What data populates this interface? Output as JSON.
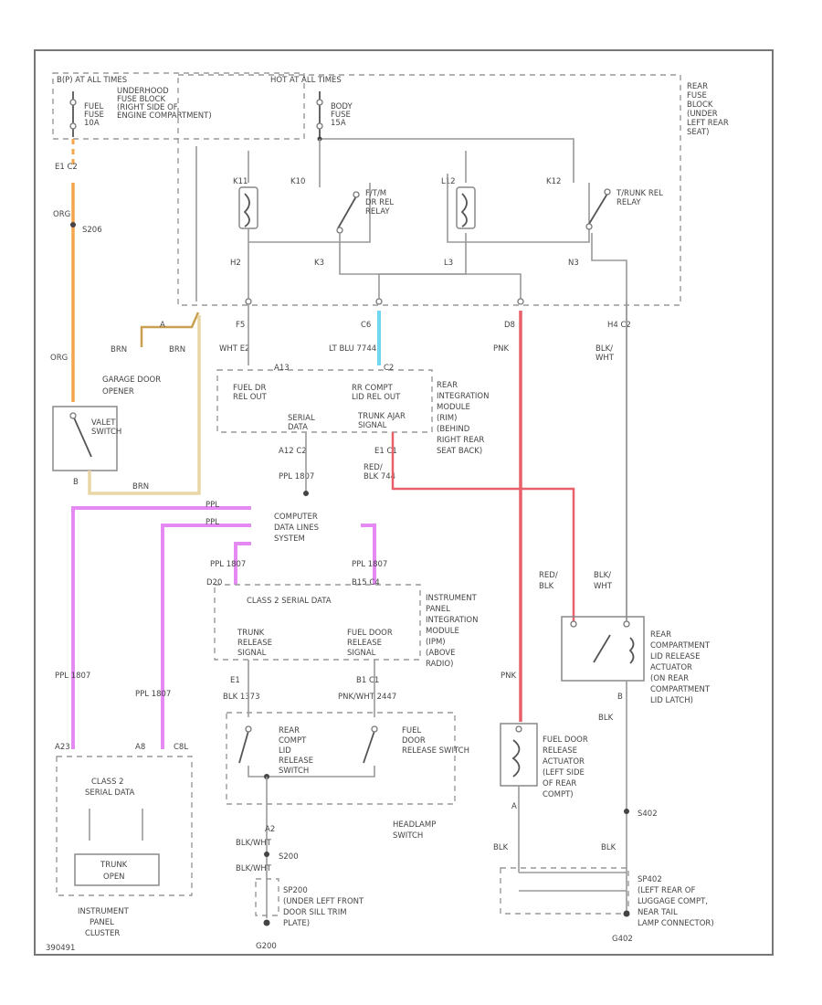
{
  "colors": {
    "background": "#ffffff",
    "wire_gray": "#999999",
    "wire_orange": "#f4a64c",
    "wire_brown": "#c8a050",
    "wire_light_blue": "#6fd8f0",
    "wire_purple": "#e48af2",
    "wire_red": "#e8606a"
  },
  "labels": {
    "fuse_left_header": "B(P) AT ALL TIMES",
    "fuse_left_name": "FUEL",
    "fuse_left_name2": "FUSE",
    "fuse_left_amp": "10A",
    "underhood": "UNDERHOOD",
    "underhood2": "FUSE BLOCK",
    "underhood3": "(RIGHT SIDE OF",
    "underhood4": "ENGINE COMPARTMENT)",
    "fuse_mid_header": "HOT AT ALL TIMES",
    "fuse_mid_name": "BODY",
    "fuse_mid_name2": "FUSE",
    "fuse_mid_amp": "15A",
    "rear_fuse_block": "REAR",
    "rear_fuse_block2": "FUSE",
    "rear_fuse_block3": "BLOCK",
    "rear_fuse_block4": "(UNDER",
    "rear_fuse_block5": "LEFT REAR",
    "rear_fuse_block6": "SEAT)",
    "e1_c2": "E1 C2",
    "org": "ORG",
    "s206": "S206",
    "org2": "ORG",
    "brn": "BRN",
    "brn2": "BRN",
    "a_mark": "A",
    "garage_door_opener": "GARAGE DOOR",
    "garage_door_opener2": "OPENER",
    "valet_switch": "VALET",
    "valet_switch2": "SWITCH",
    "b_mark": "B",
    "brn3": "BRN",
    "k11_c1": "K11",
    "k10": "K10",
    "fuel_dr_rel_relay": "F/T/M",
    "fuel_dr_rel_relay2": "DR REL",
    "fuel_dr_rel_relay3": "RELAY",
    "l12": "L12",
    "k12": "K12",
    "trunk_rel_relay": "T/RUNK REL",
    "trunk_rel_relay2": "RELAY",
    "h2": "H2",
    "k3": "K3",
    "l3": "L3",
    "n3": "N3",
    "f5": "F5",
    "c6": "C6",
    "d8": "D8",
    "h4_c2": "H4 C2",
    "wht_e2": "WHT E2",
    "lt_blu": "LT BLU 7744",
    "pnk": "PNK",
    "blk_wht": "BLK/",
    "blk_wht2": "WHT",
    "a13": "A13",
    "c2": "C2",
    "fuel_dr_rel_out": "FUEL DR",
    "fuel_dr_rel_out2": "REL OUT",
    "rr_compt_lid": "RR COMPT",
    "rr_compt_lid2": "LID REL OUT",
    "rim_module": "REAR",
    "rim_module2": "INTEGRATION",
    "rim_module3": "MODULE",
    "rim_module4": "(RIM)",
    "rim_module5": "(BEHIND",
    "rim_module6": "RIGHT REAR",
    "rim_module7": "SEAT BACK)",
    "serial_data": "SERIAL",
    "serial_data2": "DATA",
    "trunk_ajar": "TRUNK AJAR",
    "trunk_ajar2": "SIGNAL",
    "a12_c2": "A12 C2",
    "e1_c1": "E1 C1",
    "ppl_1807": "PPL 1807",
    "red_blk": "RED/",
    "red_blk2": "BLK 744",
    "ppl": "PPL",
    "ppl2": "PPL",
    "computer_data": "COMPUTER",
    "computer_data2": "DATA LINES",
    "computer_data3": "SYSTEM",
    "ppl_1807b": "PPL 1807",
    "ppl_1807c": "PPL 1807",
    "d20": "D20",
    "b15_c4": "B15 C4",
    "class2_serial": "CLASS 2 SERIAL DATA",
    "ipi_module": "INSTRUMENT",
    "ipi_module2": "PANEL",
    "ipi_module3": "INTEGRATION",
    "ipi_module4": "MODULE",
    "ipi_module5": "(IPM)",
    "ipi_module6": "(ABOVE",
    "ipi_module7": "RADIO)",
    "trunk_release": "TRUNK",
    "trunk_release2": "RELEASE",
    "trunk_release3": "SIGNAL",
    "fuel_door_release": "FUEL DOOR",
    "fuel_door_release2": "RELEASE",
    "fuel_door_release3": "SIGNAL",
    "red_blk3": "RED/",
    "red_blk4": "BLK",
    "blk_wht3": "BLK/",
    "blk_wht4": "WHT",
    "rear_compt_actuator": "REAR",
    "rear_compt_actuator2": "COMPARTMENT",
    "rear_compt_actuator3": "LID RELEASE",
    "rear_compt_actuator4": "ACTUATOR",
    "rear_compt_actuator5": "(ON REAR",
    "rear_compt_actuator6": "COMPARTMENT",
    "rear_compt_actuator7": "LID LATCH)",
    "ppl_1807d": "PPL 1807",
    "ppl_1807e": "PPL 1807",
    "e1": "E1",
    "c1": "C1",
    "pnk2": "PNK",
    "blk_1": "BLK 1373",
    "b1_c1": "B1 C1",
    "pnk_wht": "PNK/WHT 2447",
    "b_mark2": "B",
    "blk_mark": "BLK",
    "a23": "A23",
    "a8": "A8",
    "c8l": "C8L",
    "rear_compt_switch": "REAR",
    "rear_compt_switch2": "COMPT",
    "rear_compt_switch3": "LID",
    "rear_compt_switch4": "RELEASE",
    "rear_compt_switch5": "SWITCH",
    "fuel_door_switch": "FUEL",
    "fuel_door_switch2": "DOOR",
    "fuel_door_switch3": "RELEASE SWITCH",
    "fuel_door_actuator": "FUEL DOOR",
    "fuel_door_actuator2": "RELEASE",
    "fuel_door_actuator3": "ACTUATOR",
    "fuel_door_actuator4": "(LEFT SIDE",
    "fuel_door_actuator5": "OF REAR",
    "fuel_door_actuator6": "COMPT)",
    "a_mark2": "A",
    "s402": "S402",
    "class2_ipc": "CLASS 2",
    "class2_ipc2": "SERIAL DATA",
    "trunk_open": "TRUNK",
    "trunk_open2": "OPEN",
    "a2": "A2",
    "blk_wht5": "BLK/WHT",
    "s200": "S200",
    "blk_wht6": "BLK/WHT",
    "headlamp_switch": "HEADLAMP",
    "headlamp_switch2": "SWITCH",
    "blk2": "BLK",
    "blk3": "BLK",
    "sp200": "SP200",
    "sp200_2": "(UNDER LEFT FRONT",
    "sp200_3": "DOOR SILL TRIM",
    "sp200_4": "PLATE)",
    "sp402": "SP402",
    "sp402_2": "(LEFT REAR OF",
    "sp402_3": "LUGGAGE COMPT,",
    "sp402_4": "NEAR TAIL",
    "sp402_5": "LAMP CONNECTOR)",
    "ipc": "INSTRUMENT",
    "ipc2": "PANEL",
    "ipc3": "CLUSTER",
    "g200": "G200",
    "g402": "G402",
    "diagram_id": "390491"
  }
}
